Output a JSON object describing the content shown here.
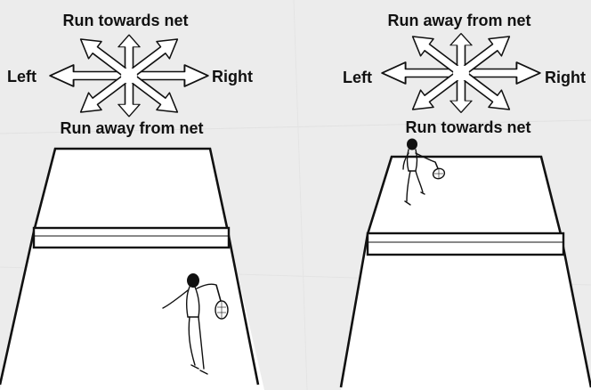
{
  "panels": [
    {
      "id": "left",
      "directions": {
        "top": "Run towards net",
        "bottom": "Run away from net",
        "left": "Left",
        "right": "Right"
      }
    },
    {
      "id": "right",
      "directions": {
        "top": "Run away from net",
        "bottom": "Run towards net",
        "left": "Left",
        "right": "Right"
      }
    }
  ]
}
